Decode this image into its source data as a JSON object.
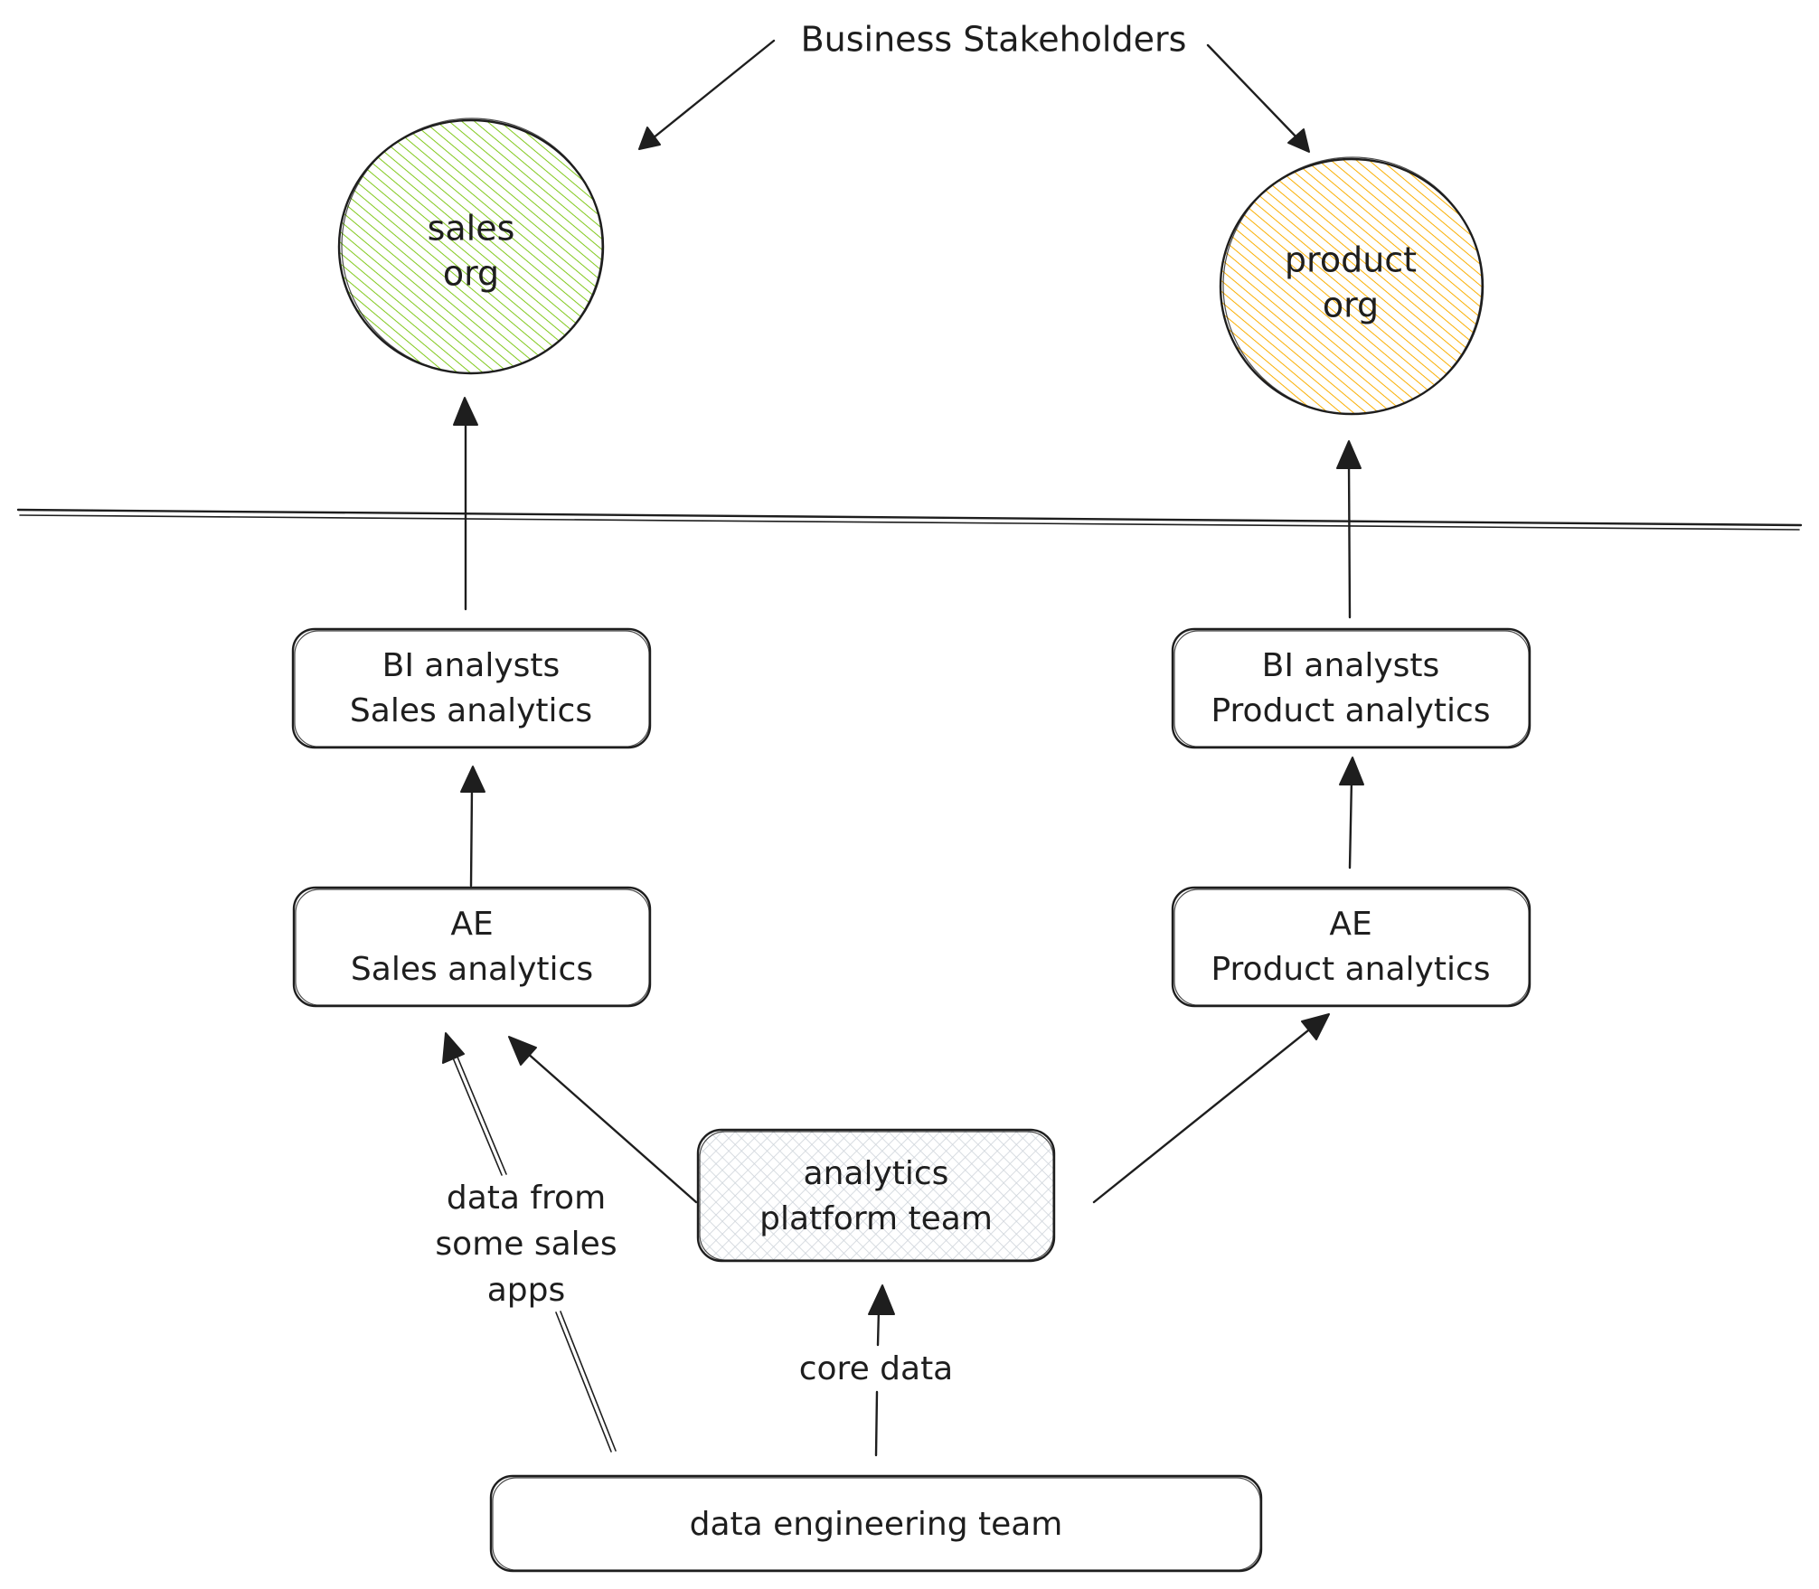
{
  "diagram": {
    "title": "Business Stakeholders",
    "colors": {
      "sales_fill": "#82c91e",
      "product_fill": "#fab005",
      "platform_fill": "#ced4da",
      "stroke": "#1e1e1e"
    },
    "orgs": {
      "sales": {
        "line1": "sales",
        "line2": "org"
      },
      "product": {
        "line1": "product",
        "line2": "org"
      }
    },
    "boxes": {
      "bi_sales": {
        "line1": "BI analysts",
        "line2": "Sales analytics"
      },
      "bi_product": {
        "line1": "BI analysts",
        "line2": "Product analytics"
      },
      "ae_sales": {
        "line1": "AE",
        "line2": "Sales analytics"
      },
      "ae_product": {
        "line1": "AE",
        "line2": "Product analytics"
      },
      "platform": {
        "line1": "analytics",
        "line2": "platform team"
      },
      "data_eng": {
        "line1": "data engineering team"
      }
    },
    "edge_labels": {
      "sales_apps": {
        "line1": "data from",
        "line2": "some sales",
        "line3": "apps"
      },
      "core_data": "core data"
    }
  }
}
